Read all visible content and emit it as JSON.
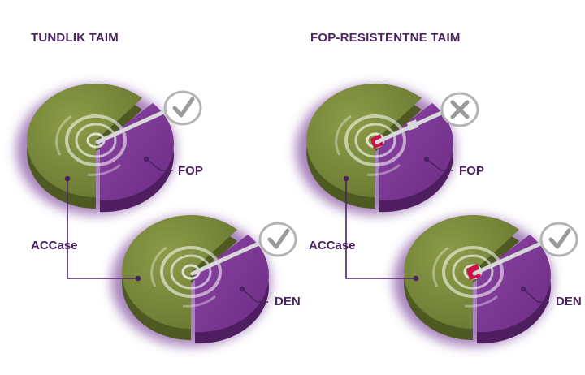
{
  "titles": {
    "left": "TUNDLIK TAIM",
    "right": "FOP-RESISTENTNE TAIM"
  },
  "labels": {
    "fop": "FOP",
    "den": "DEN",
    "accase": "ACCase"
  },
  "colors": {
    "enzyme_green": "#7a8a3c",
    "enzyme_green_dark": "#4e5a22",
    "inhibitor_purple": "#7e3a94",
    "inhibitor_purple_dark": "#4e1e60",
    "glow": "#8a5aa6",
    "mutation_red": "#c8124a",
    "label_text": "#4a2360",
    "badge_gray": "#b4b4b4"
  },
  "icons": {
    "left_fop": "check-icon",
    "left_den": "check-icon",
    "right_fop": "cross-icon",
    "right_den": "check-icon"
  }
}
